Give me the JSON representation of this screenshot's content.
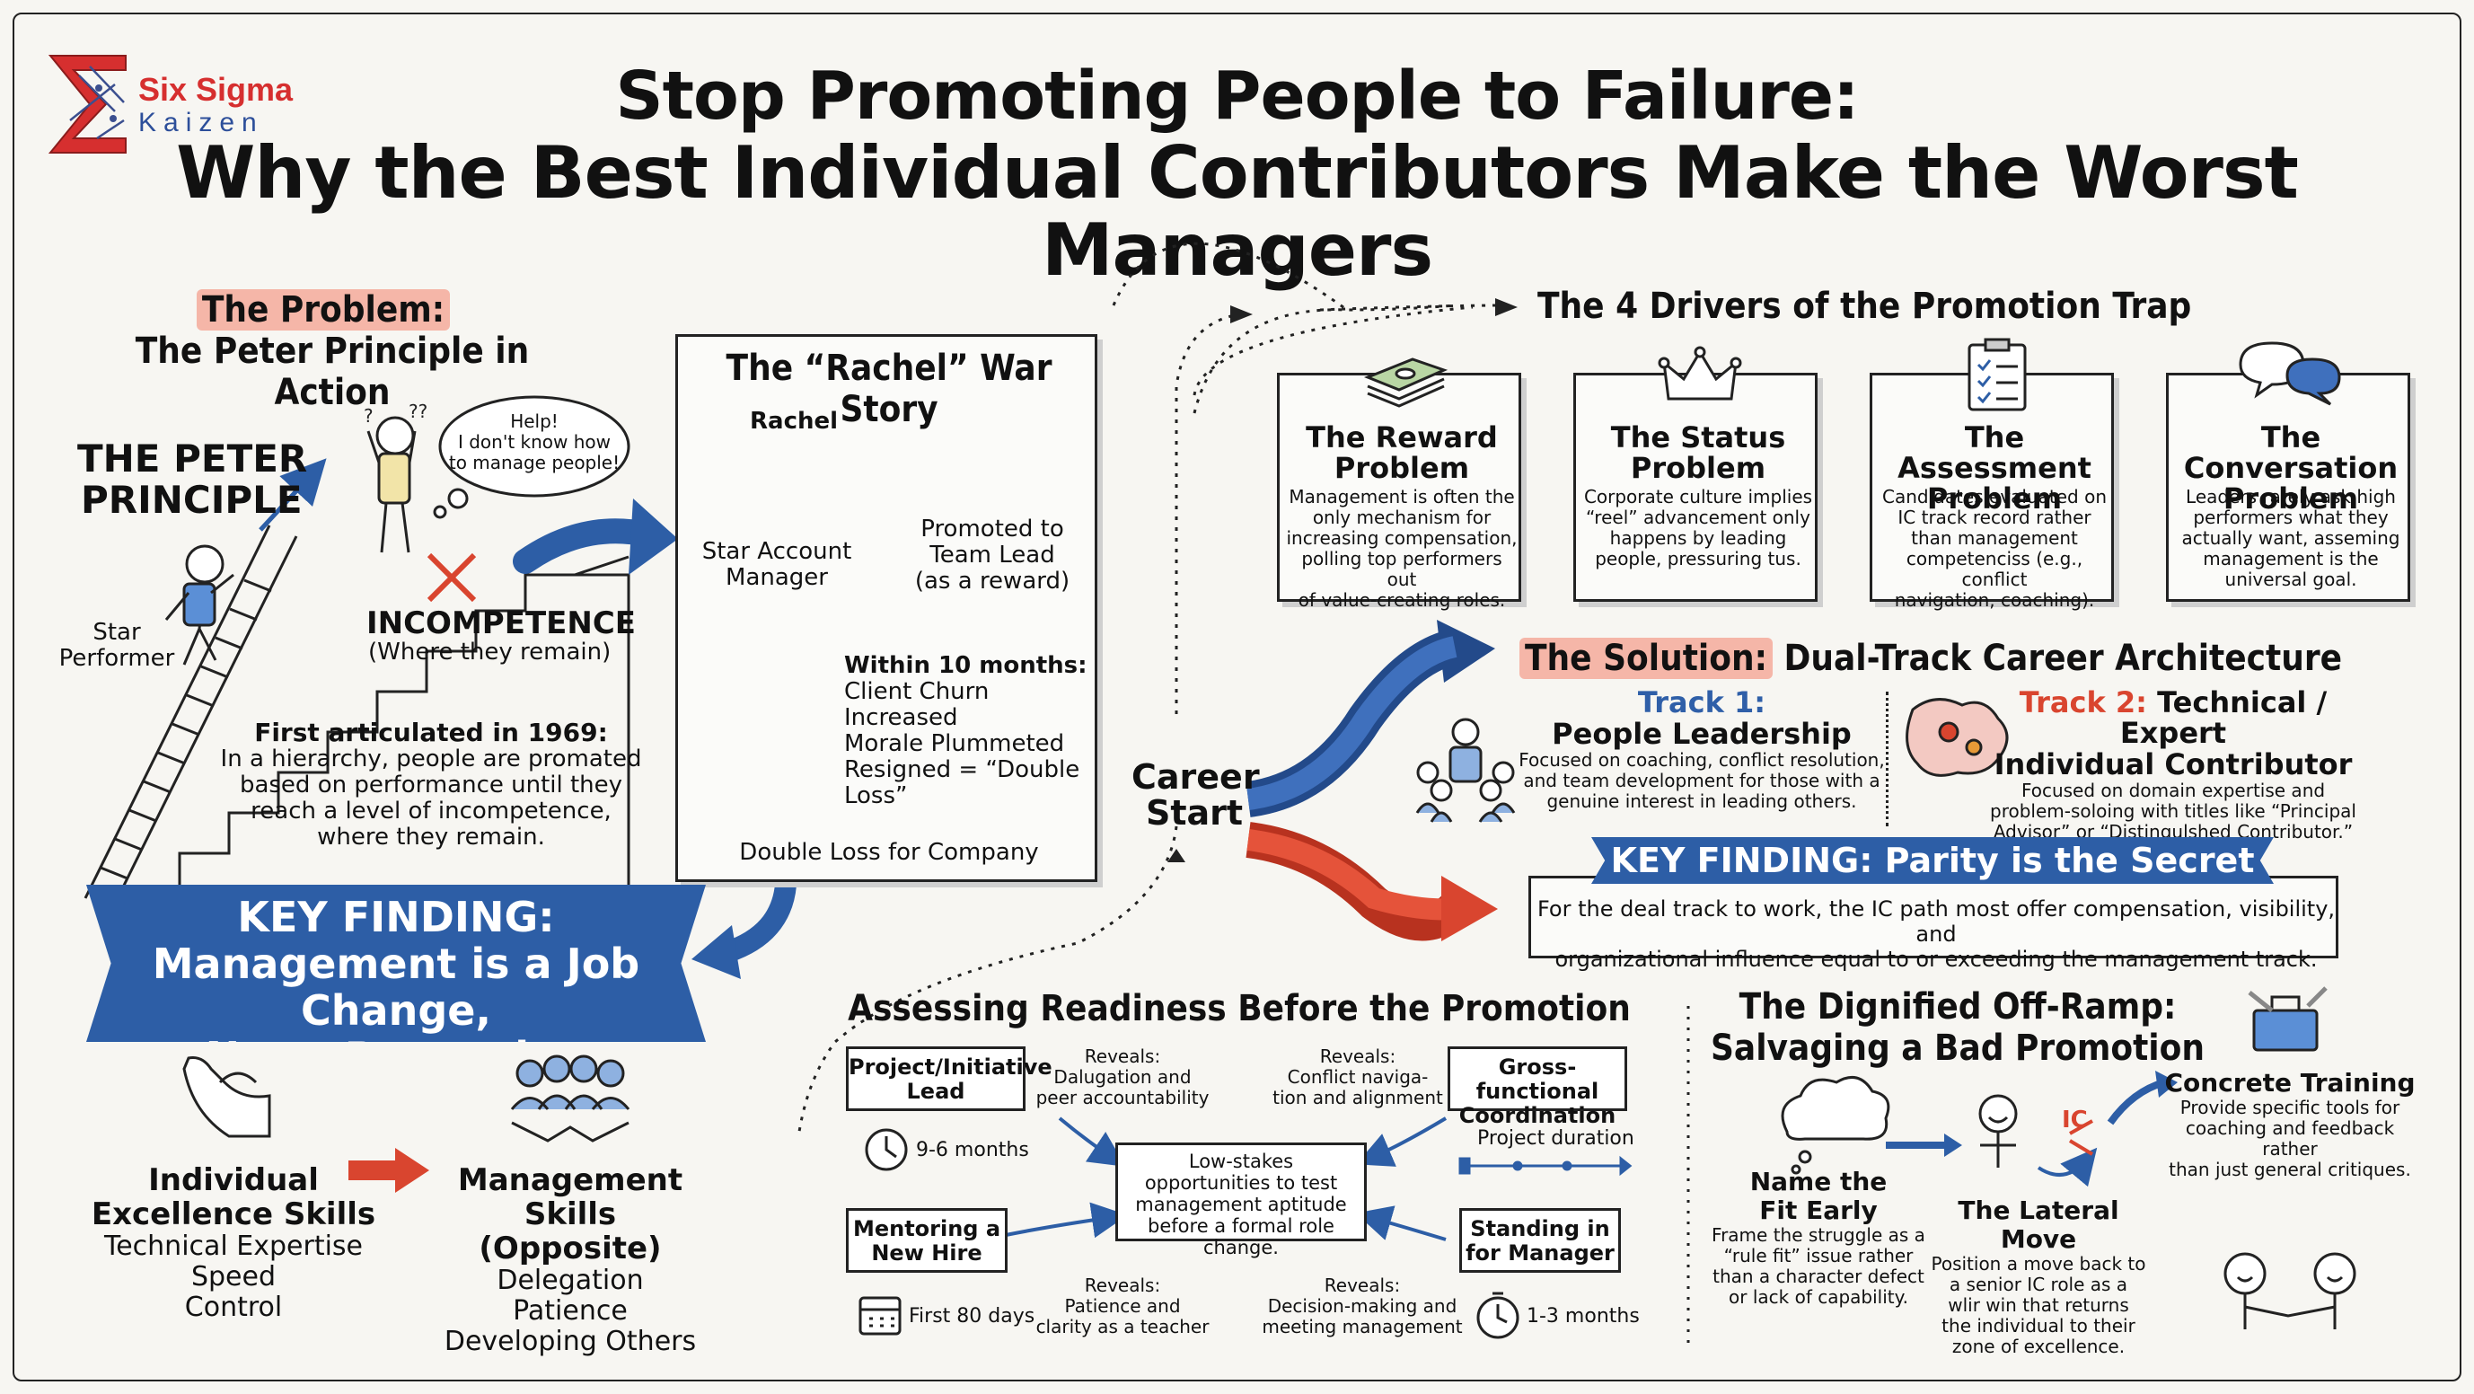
{
  "logo": {
    "line1": "Six Sigma",
    "line2": "Kaizen"
  },
  "title": {
    "line1": "Stop Promoting People to Failure:",
    "line2": "Why the Best Individual Contributors Make the Worst Managers"
  },
  "problem": {
    "label": "The Problem:",
    "subtitle": "The Peter Principle in Action",
    "peter_line1": "THE PETER",
    "peter_line2": "PRINCIPLE",
    "thought_line1": "Help!",
    "thought_line2": "I don't know how",
    "thought_line3": "to manage people!",
    "star_line1": "Star",
    "star_line2": "Performer",
    "incompetence": "INCOMPETENCE",
    "incompetence_sub": "(Where they remain)",
    "desc_line1": "First articulated in 1969:",
    "desc_line2": "In a hierarchy, people are promated",
    "desc_line3": "based on performance until they",
    "desc_line4": "reach a level of incompetence,",
    "desc_line5": "where they remain."
  },
  "rachel": {
    "title": "The “Rachel” War Story",
    "name": "Rachel",
    "role_line1": "Star Account",
    "role_line2": "Manager",
    "promoted_line1": "Promoted to",
    "promoted_line2": "Team Lead",
    "promoted_line3": "(as a reward)",
    "within": "Within 10 months:",
    "result1": "Client Churn Increased",
    "result2": "Morale Plummeted",
    "result3": "Resigned = “Double Loss”",
    "double_loss": "Double Loss for Company"
  },
  "key_finding_left": {
    "line1": "KEY FINDING:",
    "line2": "Management is a Job Change,",
    "line3": "Not a Promotion"
  },
  "skills": {
    "ind_title1": "Individual",
    "ind_title2": "Excellence Skills",
    "ind_items": [
      "Technical Expertise",
      "Speed",
      "Control"
    ],
    "mgmt_title1": "Management Skills",
    "mgmt_title2": "(Opposite)",
    "mgmt_items": [
      "Delegation",
      "Patience",
      "Developing Others"
    ]
  },
  "career_start": {
    "line1": "Career",
    "line2": "Start"
  },
  "drivers": {
    "title": "The 4 Drivers of the Promotion Trap",
    "items": [
      {
        "title1": "The Reward",
        "title2": "Problem",
        "icon": "money-stack-icon",
        "desc": [
          "Management is often the",
          "only mechanism for",
          "increasing compensation,",
          "polling top performers out",
          "of value-creating roles."
        ]
      },
      {
        "title1": "The Status",
        "title2": "Problem",
        "icon": "crown-icon",
        "desc": [
          "Corporate culture implies",
          "“reel” advancement only",
          "happens by leading",
          "people, pressuring tus."
        ]
      },
      {
        "title1": "The Assessment",
        "title2": "Problem",
        "icon": "clipboard-icon",
        "desc": [
          "Candidates evaluated on",
          "IC track record rather",
          "than management",
          "competenciss (e.g., conflict",
          "navigation, coaching)."
        ]
      },
      {
        "title1": "The Conversation",
        "title2": "Problem",
        "icon": "speech-bubbles-icon",
        "desc": [
          "Leaders rarely ask high",
          "performers what they",
          "actually want, asseming",
          "management is the",
          "universal goal."
        ]
      }
    ]
  },
  "solution": {
    "label": "The Solution:",
    "title": " Dual-Track Career Architecture",
    "track1_label": "Track 1:",
    "track1_title": "People Leadership",
    "track1_desc": [
      "Focused on coaching, conflict resolution,",
      "and team development for those with a",
      "genuine interest in leading others."
    ],
    "track2_label": "Track 2:",
    "track2_title1": " Technical / Expert",
    "track2_title2": "Individual Contributor",
    "track2_desc": [
      "Focused on domain expertise and",
      "problem-soloing with titles like “Principal",
      "Advisor” or “Distingulshed Contributor.”"
    ]
  },
  "key_finding_right": {
    "title": "KEY FINDING: Parity is the Secret Sauce",
    "line1": "For the deal track to work, the IC path most offer compensation, visibility, and",
    "line2": "organizational influence equal to or exceeding the management track."
  },
  "readiness": {
    "title": "Assessing Readiness Before the Promotion",
    "center": [
      "Low-stakes",
      "opportunities to test",
      "management aptitude",
      "before a formal role change."
    ],
    "items": [
      {
        "box": [
          "Project/Initiative",
          "Lead"
        ],
        "reveals": [
          "Reveals:",
          "Dalugation and",
          "peer accountability"
        ],
        "time": "9-6 months"
      },
      {
        "box": [
          "Gross-functional",
          "Coordination"
        ],
        "reveals": [
          "Reveals:",
          "Conflict naviga-",
          "tion and alignment"
        ],
        "time": "Project duration"
      },
      {
        "box": [
          "Mentoring a",
          "New Hire"
        ],
        "reveals": [
          "Reveals:",
          "Patience and",
          "clarity as a teacher"
        ],
        "time": "First 80 days"
      },
      {
        "box": [
          "Standing in",
          "for Manager"
        ],
        "reveals": [
          "Reveals:",
          "Decision-making and",
          "meeting management"
        ],
        "time": "1-3 months"
      }
    ]
  },
  "offramp": {
    "title1": "The Dignified Off-Ramp:",
    "title2": "Salvaging a Bad Promotion",
    "ic_label": "IC",
    "step1_title1": "Name the",
    "step1_title2": "Fit Early",
    "step1_desc": [
      "Frame the struggle as a",
      "“rule fit” issue rather",
      "than a character defect",
      "or lack of capability."
    ],
    "step2_title": "The Lateral Move",
    "step2_desc": [
      "Position a move back to",
      "a senior IC role as a",
      "wlir win that returns",
      "the individual to their",
      "zone of excellence."
    ],
    "step3_title": "Concrete Training",
    "step3_desc": [
      "Provide specific tools for",
      "coaching and feedback rather",
      "than just general critiques."
    ]
  },
  "colors": {
    "blue": "#2d5ea6",
    "red": "#d9452f",
    "highlight": "#f5b6a8",
    "ink": "#111111"
  }
}
